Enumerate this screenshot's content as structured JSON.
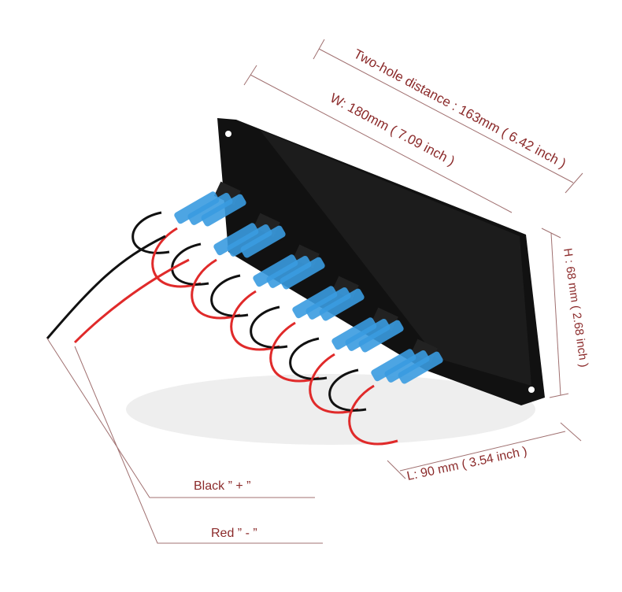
{
  "annotations": {
    "two_hole_distance": "Two-hole distance : 163mm  ( 6.42 inch )",
    "width": "W: 180mm ( 7.09 inch )",
    "height": "H : 68 mm ( 2.68 inch )",
    "length": "L: 90 mm ( 3.54 inch )",
    "black_wire": "Black  ” + ”",
    "red_wire": "Red  ” - ”"
  },
  "colors": {
    "label": "#8b2a2a",
    "panel": "#111111",
    "connector": "#3a9be0",
    "red_wire": "#e02a2a",
    "black_wire": "#111111"
  },
  "switch_count": 6
}
